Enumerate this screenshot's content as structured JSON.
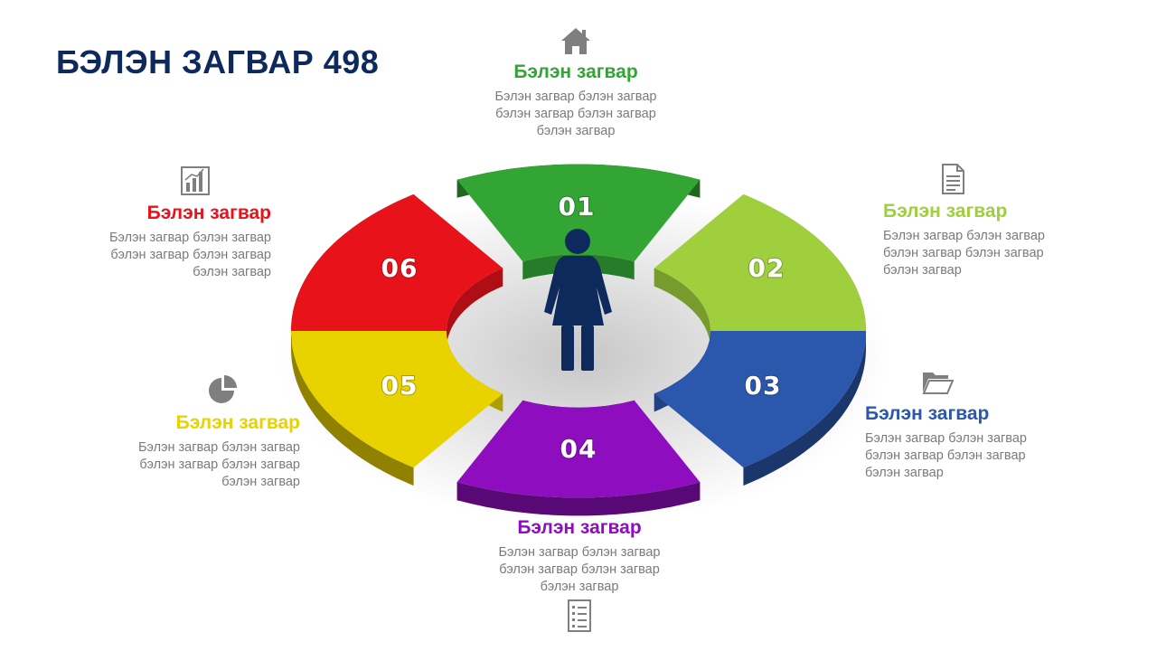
{
  "title": "БЭЛЭН ЗАГВАР 498",
  "segments": [
    {
      "number": "01",
      "heading": "Бэлэн загвар",
      "text_lines": [
        "Бэлэн загвар бэлэн загвар",
        "бэлэн загвар бэлэн загвар",
        "бэлэн загвар"
      ],
      "color": "#33a535",
      "icon": "home-icon"
    },
    {
      "number": "02",
      "heading": "Бэлэн загвар",
      "text_lines": [
        "Бэлэн загвар бэлэн загвар",
        "бэлэн загвар бэлэн загвар",
        "бэлэн загвар"
      ],
      "color": "#9fcf3c",
      "icon": "document-icon"
    },
    {
      "number": "03",
      "heading": "Бэлэн загвар",
      "text_lines": [
        "Бэлэн загвар бэлэн загвар",
        "бэлэн загвар бэлэн загвар",
        "бэлэн загвар"
      ],
      "color": "#2b57ad",
      "icon": "folder-icon"
    },
    {
      "number": "04",
      "heading": "Бэлэн загвар",
      "text_lines": [
        "Бэлэн загвар бэлэн загвар",
        "бэлэн загвар бэлэн загвар",
        "бэлэн загвар"
      ],
      "color": "#8e0ebf",
      "icon": "checklist-icon"
    },
    {
      "number": "05",
      "heading": "Бэлэн загвар",
      "text_lines": [
        "Бэлэн загвар бэлэн загвар",
        "бэлэн загвар бэлэн загвар",
        "бэлэн загвар"
      ],
      "color": "#e8d200",
      "icon": "pie-chart-icon"
    },
    {
      "number": "06",
      "heading": "Бэлэн загвар",
      "text_lines": [
        "Бэлэн загвар бэлэн загвар",
        "бэлэн загвар бэлэн загвар",
        "бэлэн загвар"
      ],
      "color": "#e8121a",
      "icon": "bar-chart-icon"
    }
  ],
  "center_icon": "woman-icon",
  "colors": {
    "title": "#0e2a5c",
    "icon": "#7f7f7f",
    "person": "#0e2a5c"
  }
}
